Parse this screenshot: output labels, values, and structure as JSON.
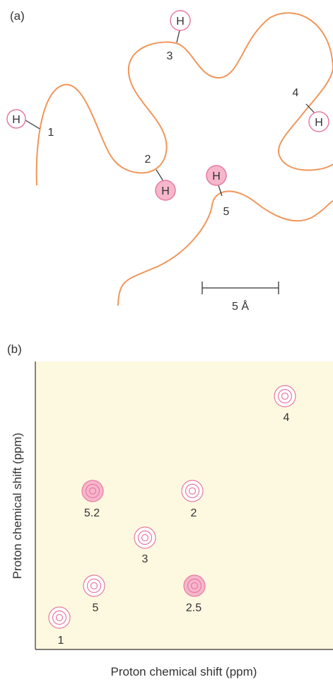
{
  "colors": {
    "chain": "#f0965a",
    "ring": "#e87a9f",
    "filled": "#f6b6cc",
    "panel": "#fdf9e1",
    "axis": "#333333",
    "text": "#333333"
  },
  "panel_a": {
    "label": "(a)",
    "atom_symbol": "H",
    "hydrogens": [
      {
        "number": "1",
        "highlight": false
      },
      {
        "number": "2",
        "highlight": true
      },
      {
        "number": "3",
        "highlight": false
      },
      {
        "number": "4",
        "highlight": false
      },
      {
        "number": "5",
        "highlight": true
      }
    ],
    "scale_bar_label": "5 Å"
  },
  "panel_b": {
    "label": "(b)",
    "ylabel": "Proton chemical shift (ppm)",
    "xlabel": "Proton chemical shift (ppm)",
    "peaks": [
      {
        "label": "1",
        "filled": false
      },
      {
        "label": "5",
        "filled": false
      },
      {
        "label": "3",
        "filled": false
      },
      {
        "label": "5.2",
        "filled": true
      },
      {
        "label": "2",
        "filled": false
      },
      {
        "label": "2.5",
        "filled": true
      },
      {
        "label": "4",
        "filled": false
      }
    ]
  }
}
